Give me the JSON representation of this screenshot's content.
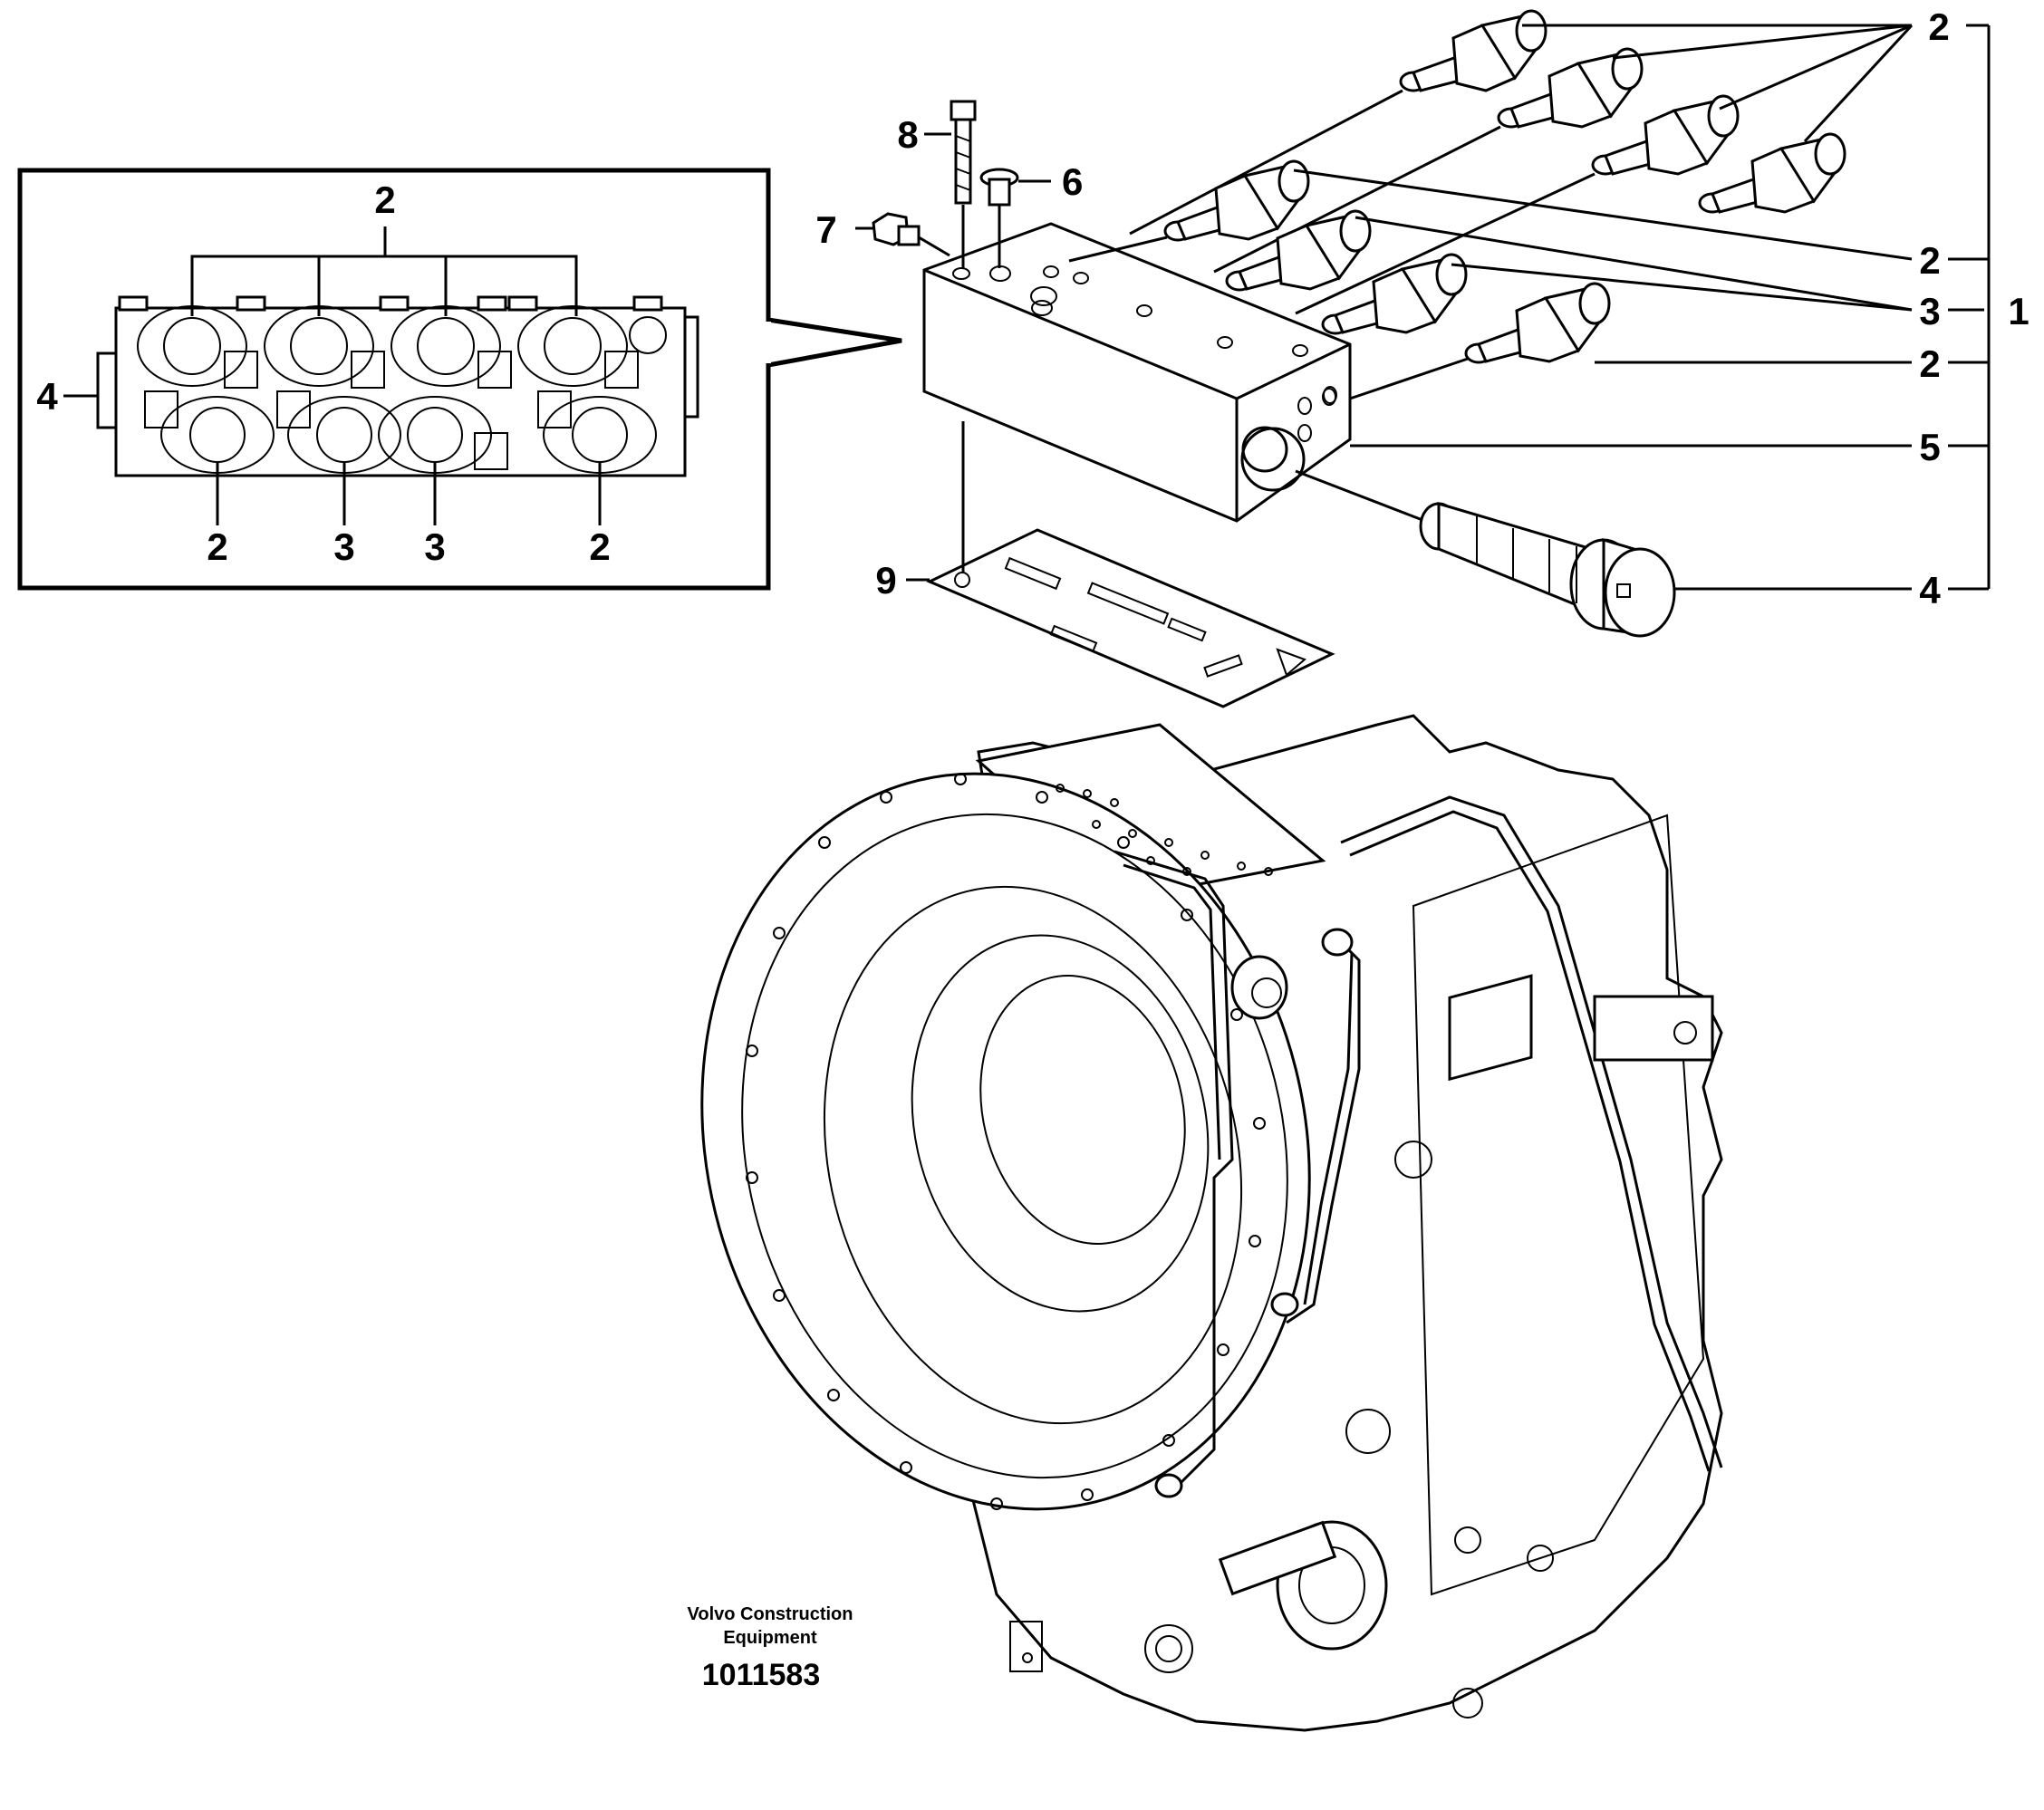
{
  "inset": {
    "top_label": "2",
    "side_label": "4",
    "bottom_labels": [
      "2",
      "3",
      "3",
      "2"
    ]
  },
  "callouts": {
    "c8": "8",
    "c6": "6",
    "c7": "7",
    "c9": "9",
    "r2_top": "2",
    "r2_a": "2",
    "r3": "3",
    "r1": "1",
    "r2_b": "2",
    "r5": "5",
    "r4": "4"
  },
  "footer": {
    "company_line1": "Volvo Construction",
    "company_line2": "Equipment",
    "reference": "1011583"
  }
}
